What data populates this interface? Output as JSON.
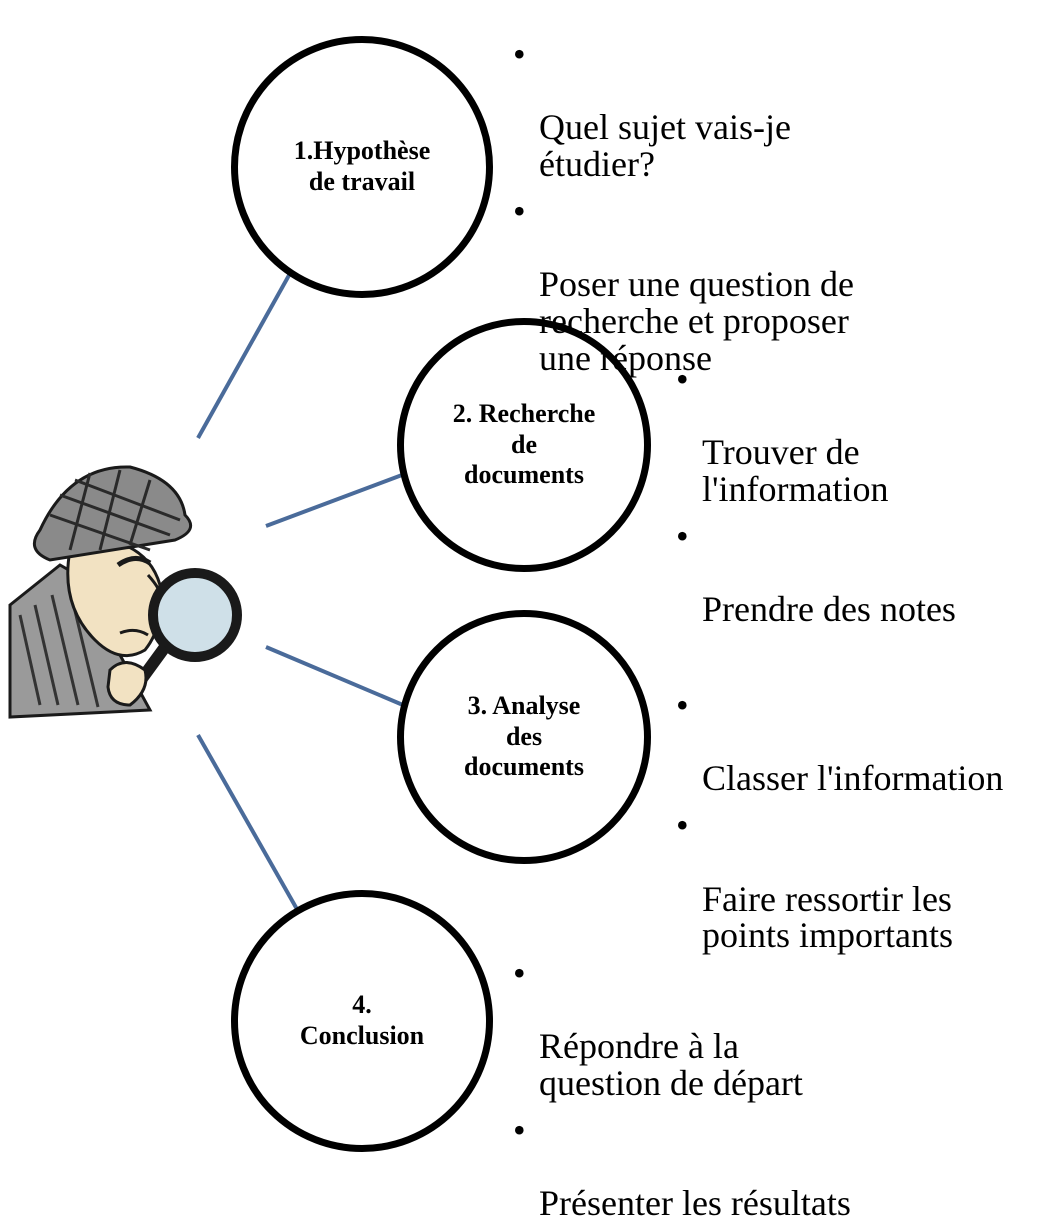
{
  "steps": [
    {
      "title": "1.Hypothèse\nde travail",
      "bullets": [
        "Quel sujet vais-je\nétudier?",
        "Poser une question de\nrecherche et proposer\nune réponse"
      ]
    },
    {
      "title": "2. Recherche\nde\ndocuments",
      "bullets": [
        "Trouver de\nl'information",
        "Prendre des notes"
      ]
    },
    {
      "title": "3. Analyse\ndes\ndocuments",
      "bullets": [
        "Classer l'information",
        "Faire ressortir les\npoints importants"
      ]
    },
    {
      "title": "4.\nConclusion",
      "bullets": [
        "Répondre à la\nquestion de départ",
        "Présenter les résultats"
      ]
    }
  ],
  "bullet_symbol": "•",
  "colors": {
    "connector": "#4a6b9a",
    "circle_border": "#000000",
    "text": "#000000"
  },
  "icons": {
    "detective": "detective-with-magnifying-glass-illustration"
  }
}
